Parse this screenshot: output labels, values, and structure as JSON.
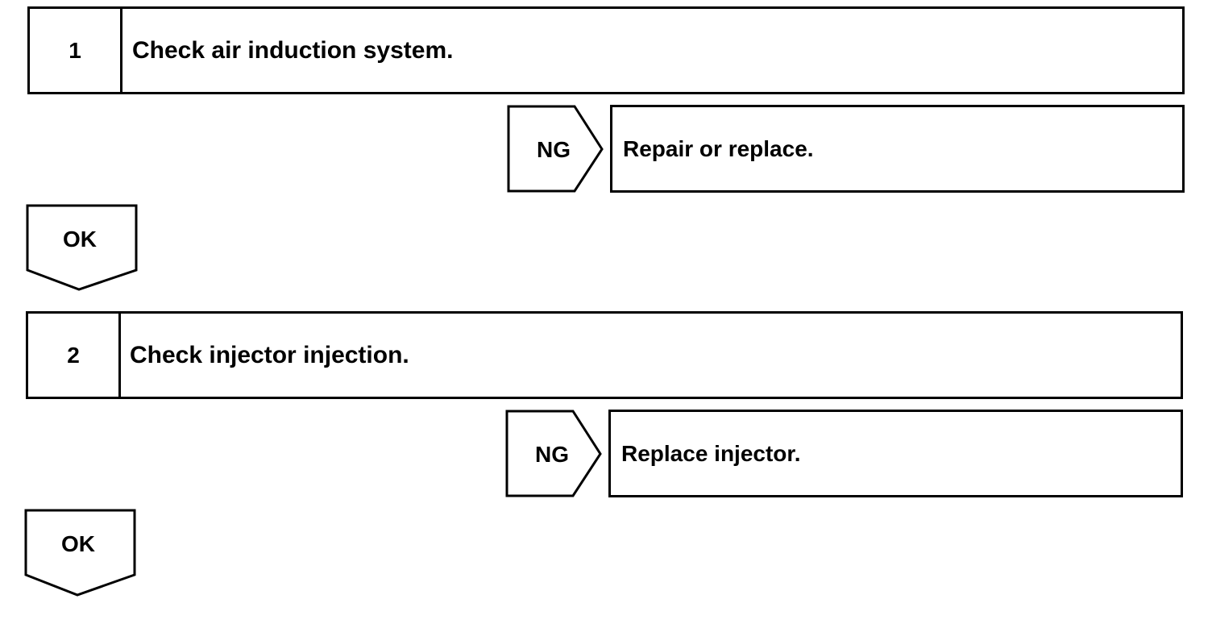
{
  "steps": [
    {
      "number": "1",
      "text": "Check air induction system.",
      "ng_label": "NG",
      "ng_action": "Repair or replace.",
      "ok_label": "OK"
    },
    {
      "number": "2",
      "text": "Check injector injection.",
      "ng_label": "NG",
      "ng_action": "Replace injector.",
      "ok_label": "OK"
    }
  ]
}
